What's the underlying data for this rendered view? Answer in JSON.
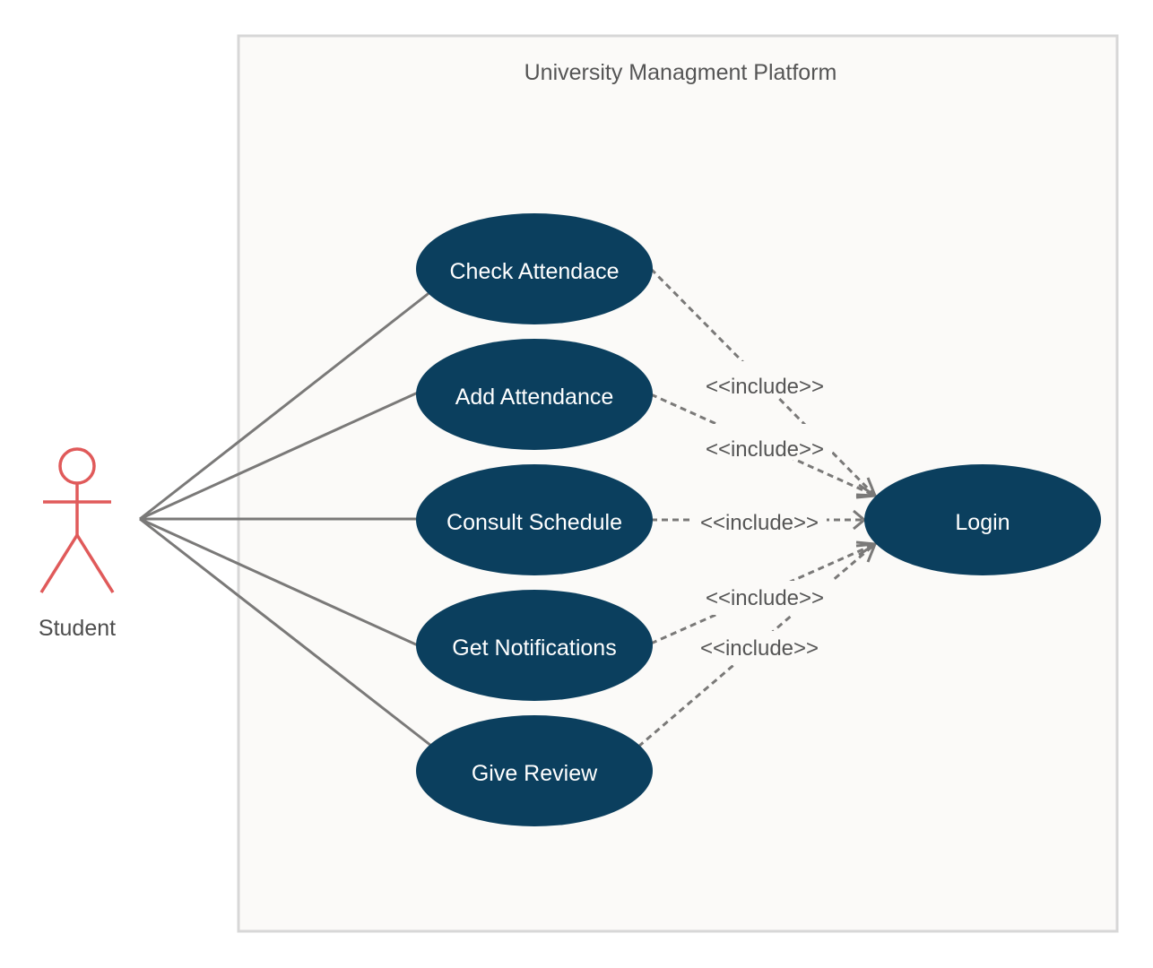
{
  "system": {
    "title": "University Managment Platform"
  },
  "actor": {
    "label": "Student",
    "color": "#e05a5a"
  },
  "use_cases": [
    {
      "id": "check-attendace",
      "label": "Check Attendace"
    },
    {
      "id": "add-attendance",
      "label": "Add Attendance"
    },
    {
      "id": "consult-schedule",
      "label": "Consult Schedule"
    },
    {
      "id": "get-notifications",
      "label": "Get Notifications"
    },
    {
      "id": "give-review",
      "label": "Give Review"
    }
  ],
  "target_use_case": {
    "id": "login",
    "label": "Login"
  },
  "relations": [
    {
      "from": "check-attendace",
      "to": "login",
      "label": "<<include>>"
    },
    {
      "from": "add-attendance",
      "to": "login",
      "label": "<<include>>"
    },
    {
      "from": "consult-schedule",
      "to": "login",
      "label": "<<include>>"
    },
    {
      "from": "get-notifications",
      "to": "login",
      "label": "<<include>>"
    },
    {
      "from": "give-review",
      "to": "login",
      "label": "<<include>>"
    }
  ],
  "colors": {
    "use_case_fill": "#0b3f5e",
    "connector": "#7a7978",
    "boundary_fill": "#fbfaf8",
    "boundary_stroke": "#d7d7d7"
  }
}
